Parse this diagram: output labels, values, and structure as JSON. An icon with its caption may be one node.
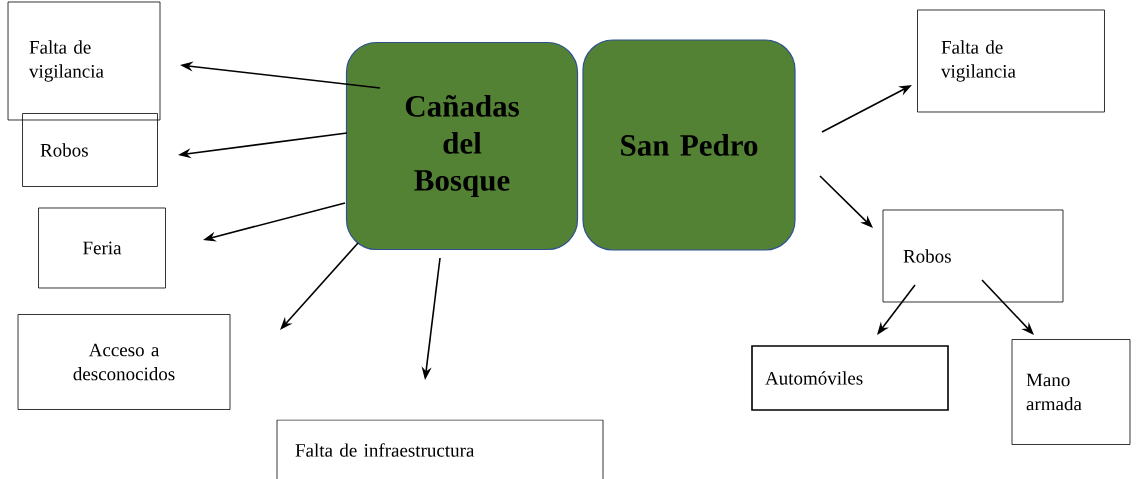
{
  "diagram": {
    "nodes": [
      {
        "text": [
          "Cañadas del Bosque"
        ]
      },
      {
        "text": [
          "San Pedro"
        ]
      },
      {
        "text": [
          "Falta de vigilancia"
        ]
      },
      {
        "text": [
          "Robos"
        ]
      },
      {
        "text": [
          "Feria"
        ]
      },
      {
        "text": [
          "Acceso a desconocidos"
        ]
      },
      {
        "text": [
          "Falta de infraestructura"
        ]
      },
      {
        "text": [
          "Falta de vigilancia"
        ]
      },
      {
        "text": [
          "Robos"
        ]
      },
      {
        "text": [
          "Automóviles"
        ]
      },
      {
        "text": [
          "Mano armada"
        ]
      }
    ],
    "edges": [
      {
        "from": 0,
        "to": 2,
        "arrow": "to"
      },
      {
        "from": 0,
        "to": 3,
        "arrow": "to"
      },
      {
        "from": 0,
        "to": 4,
        "arrow": "to"
      },
      {
        "from": 0,
        "to": 5,
        "arrow": "to"
      },
      {
        "from": 0,
        "to": 6,
        "arrow": "to"
      },
      {
        "from": 1,
        "to": 7,
        "arrow": "to"
      },
      {
        "from": 1,
        "to": 8,
        "arrow": "to"
      },
      {
        "from": 8,
        "to": 9,
        "arrow": "to"
      },
      {
        "from": 8,
        "to": 10,
        "arrow": "to"
      }
    ]
  }
}
